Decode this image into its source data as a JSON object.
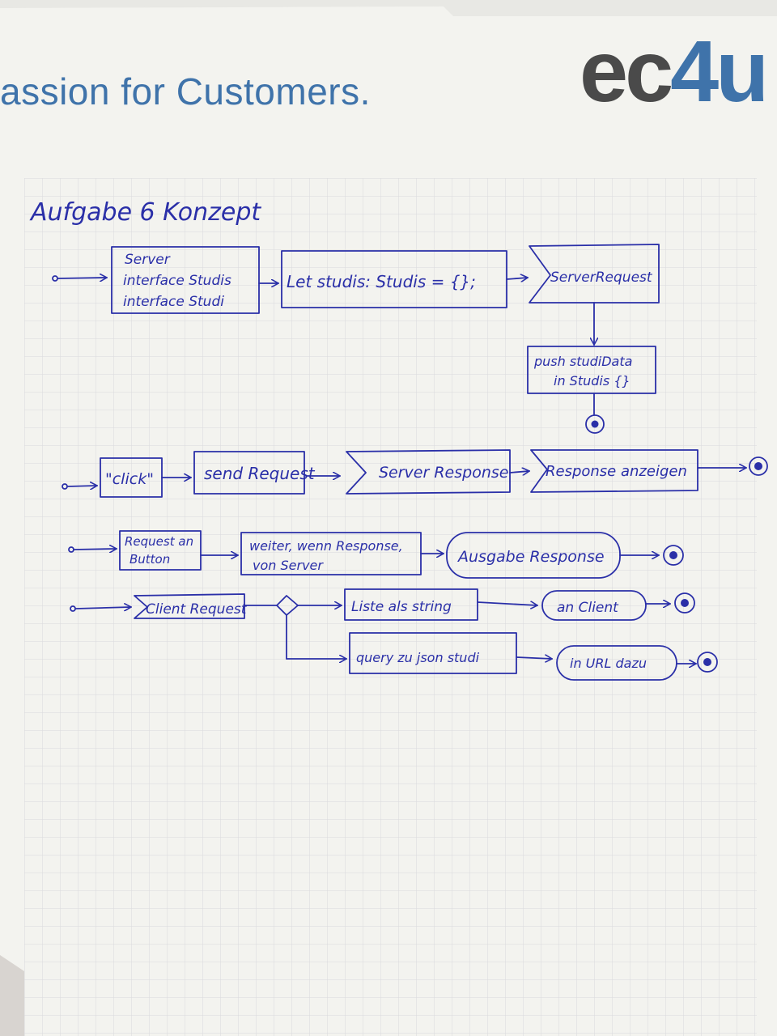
{
  "header": {
    "slogan": "assion for Customers.",
    "logo_text_dark": "ec",
    "logo_text_blue": "4u"
  },
  "diagram": {
    "title": "Aufgabe 6 Konzept",
    "row1": {
      "server_box": [
        "Server",
        "interface Studis",
        "interface Studi"
      ],
      "let_box": "Let studis: Studis = {};",
      "server_request": "ServerRequest",
      "push_box": [
        "push studiData",
        "in Studis {}"
      ]
    },
    "row2": {
      "click": "\"click\"",
      "send_request": "send Request",
      "server_response": "Server Response",
      "response_anzeigen": "Response anzeigen"
    },
    "row3": {
      "request_button": [
        "Request an",
        "Button"
      ],
      "weiter_box": [
        "weiter, wenn Response,",
        "von Server"
      ],
      "ausgabe": "Ausgabe Response"
    },
    "row4": {
      "client_request": "Client Request",
      "liste": "Liste als string",
      "an_client": "an Client",
      "query": "query zu json studi",
      "in_url": "in URL dazu"
    }
  },
  "colors": {
    "paper": "#f5f5f1",
    "grid": "#d9dadc",
    "ink": "#2a2fa8",
    "brand_blue": "#3f73aa",
    "logo_dark": "#4a4a4a"
  }
}
